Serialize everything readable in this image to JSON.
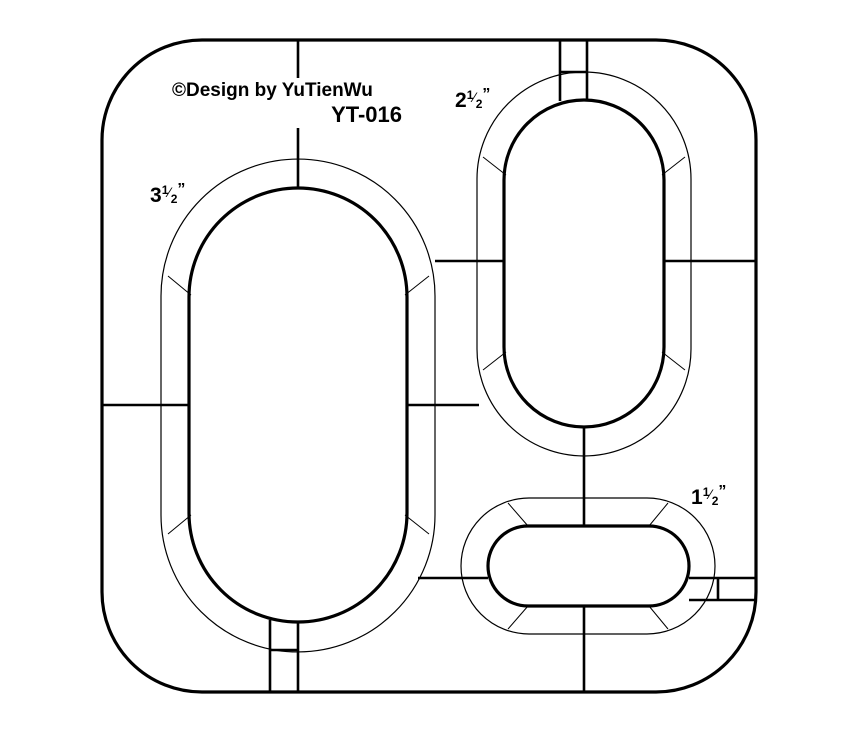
{
  "credit": {
    "copyright_symbol": "©",
    "text": "Design by YuTienWu",
    "code": "YT-016"
  },
  "sizes": {
    "large": {
      "whole": "3",
      "numerator": "1",
      "denominator": "2",
      "inch_mark": "”"
    },
    "medium": {
      "whole": "2",
      "numerator": "1",
      "denominator": "2",
      "inch_mark": "”"
    },
    "small": {
      "whole": "1",
      "numerator": "1",
      "denominator": "2",
      "inch_mark": "”"
    }
  },
  "colors": {
    "line": "#000000",
    "background": "#ffffff"
  }
}
